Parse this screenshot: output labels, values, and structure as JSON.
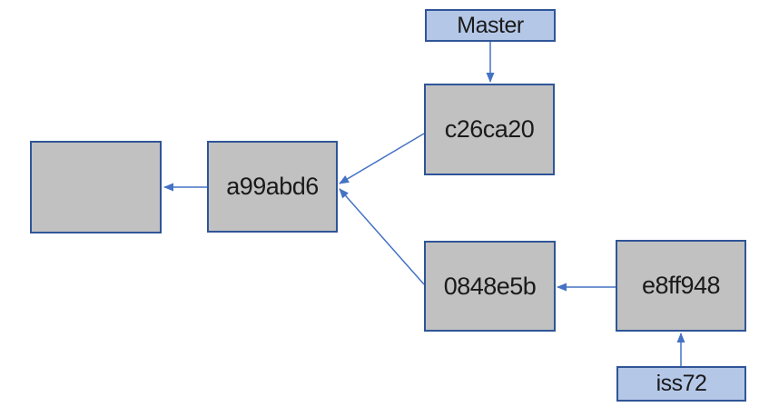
{
  "diagram": {
    "type": "git-commit-graph",
    "colors": {
      "branch_fill": "#b4c7e7",
      "commit_fill": "#c1c1c1",
      "border": "#2f5597",
      "arrow": "#4472c4",
      "text": "#1a1a1a"
    },
    "nodes": {
      "master": {
        "label": "Master",
        "kind": "branch"
      },
      "c26ca20": {
        "label": "c26ca20",
        "kind": "commit"
      },
      "a99abd6": {
        "label": "a99abd6",
        "kind": "commit"
      },
      "root": {
        "label": "",
        "kind": "commit"
      },
      "0848e5b": {
        "label": "0848e5b",
        "kind": "commit"
      },
      "e8ff948": {
        "label": "e8ff948",
        "kind": "commit"
      },
      "iss72": {
        "label": "iss72",
        "kind": "branch"
      }
    },
    "edges": [
      {
        "from": "master",
        "to": "c26ca20"
      },
      {
        "from": "c26ca20",
        "to": "a99abd6"
      },
      {
        "from": "a99abd6",
        "to": "root"
      },
      {
        "from": "0848e5b",
        "to": "a99abd6"
      },
      {
        "from": "e8ff948",
        "to": "0848e5b"
      },
      {
        "from": "iss72",
        "to": "e8ff948"
      }
    ]
  }
}
